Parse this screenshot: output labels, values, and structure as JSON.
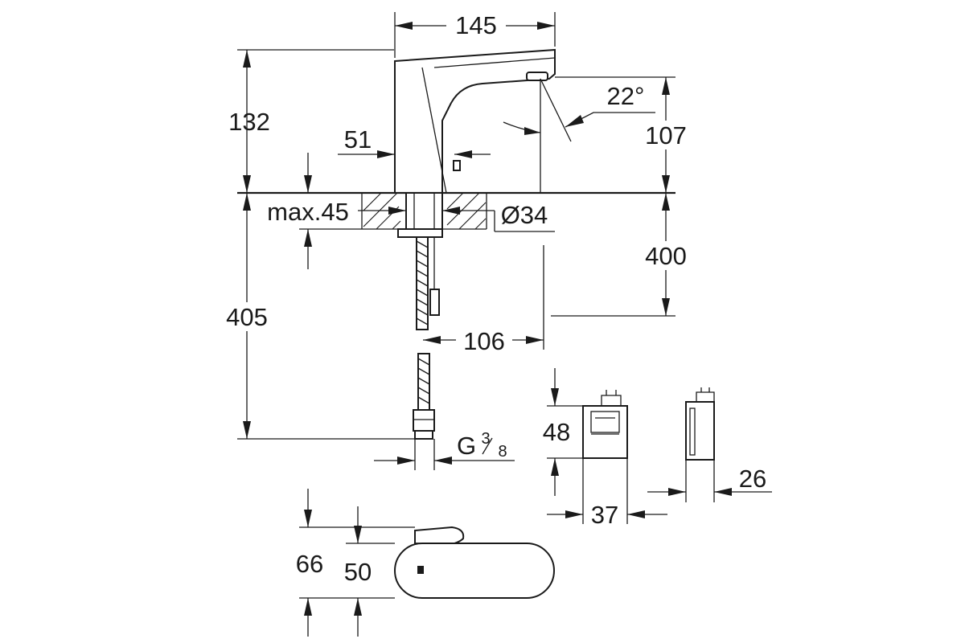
{
  "dimensions": {
    "width_145": "145",
    "height_132": "132",
    "depth_51": "51",
    "angle_22": "22°",
    "height_107": "107",
    "max_45": "max.45",
    "diameter_34": "Ø34",
    "length_400": "400",
    "length_405": "405",
    "reach_106": "106",
    "thread_g": "G",
    "thread_num": "3",
    "thread_den": "8",
    "box_height_48": "48",
    "box_width_37": "37",
    "box_depth_26": "26",
    "top_66": "66",
    "top_50": "50"
  },
  "colors": {
    "line": "#1a1a1a",
    "background": "#ffffff"
  }
}
